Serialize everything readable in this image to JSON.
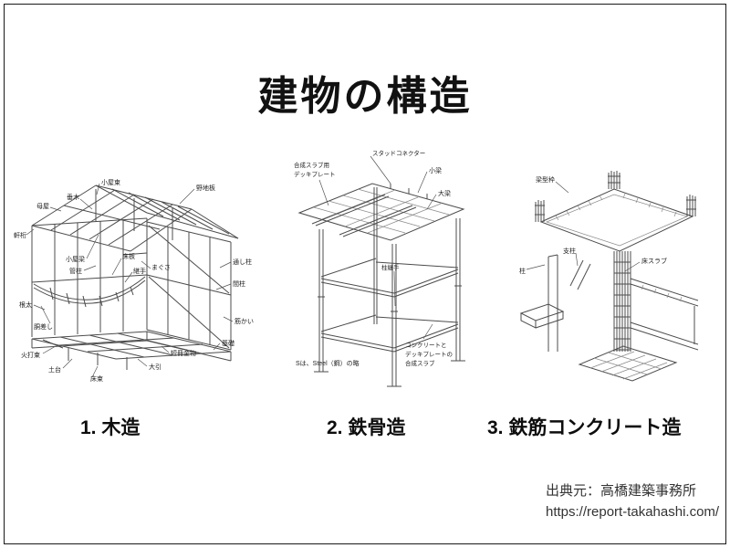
{
  "slide": {
    "title": "建物の構造"
  },
  "captions": [
    "1. 木造",
    "2. 鉄骨造",
    "3. 鉄筋コンクリート造"
  ],
  "source": {
    "line1": "出典元：高橋建築事務所",
    "line2": "https://report-takahashi.com/"
  },
  "colors": {
    "line": "#4c4c4c",
    "text": "#111111",
    "source_text": "#333333"
  },
  "diagrams": {
    "wood": {
      "name": "木造軸組図",
      "labels": {
        "koyazuka": "小屋束",
        "nojiita": "野地板",
        "taruki": "垂木",
        "moya": "母屋",
        "nokigeta": "軒桁",
        "koyabari": "小屋梁",
        "kudabashira": "管柱",
        "yukaita": "床板",
        "tsugite": "継手",
        "magusa": "まぐさ",
        "toshibashira": "通し柱",
        "mabashira": "間柱",
        "sujikai": "筋かい",
        "kiso": "基礎",
        "tanzaku_kanamono": "短冊金物",
        "dozashi": "胴差し",
        "neda": "根太",
        "hiuchizuka": "火打束",
        "dodai": "土台",
        "yukazuka": "床束",
        "obiki": "大引"
      }
    },
    "steel": {
      "name": "鉄骨造軸組図",
      "labels": {
        "stud_connector": "スタッドコネクター",
        "kobari": "小梁",
        "obari": "大梁",
        "deck_line1": "合成スラブ用",
        "deck_line2": "デッキプレート",
        "hashira_tsugite": "柱継手",
        "s_note": "Sは、Steel（鋼）の略",
        "slab_line1": "コンクリートと",
        "slab_line2": "デッキプレートの",
        "slab_line3": "合成スラブ"
      }
    },
    "rc": {
      "name": "鉄筋コンクリート造配筋図",
      "labels": {
        "hari_katawaku": "梁型枠",
        "shichu": "支柱",
        "hashira": "柱",
        "yuka_slab": "床スラブ"
      }
    }
  }
}
